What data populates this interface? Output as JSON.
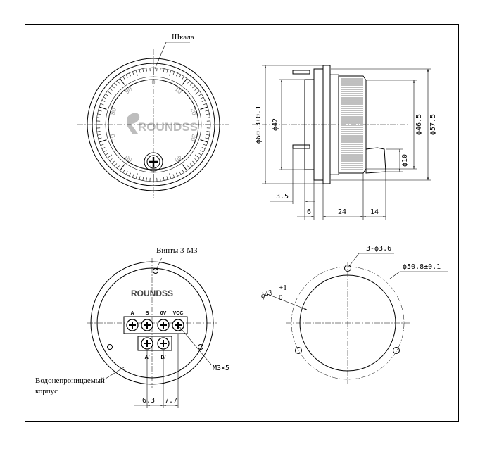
{
  "front_view": {
    "scale_label": "Шкала",
    "brand": "ROUNDSS",
    "dial_numbers": [
      "0",
      "10",
      "20",
      "30",
      "40",
      "50",
      "60",
      "70",
      "80",
      "90"
    ]
  },
  "side_view": {
    "dim_dia_60_3": "ϕ60.3±0.1",
    "dim_dia_42": "ϕ42",
    "dim_dia_46_5": "ϕ46.5",
    "dim_dia_57_5": "ϕ57.5",
    "dim_dia_10": "ϕ10",
    "dim_3_5": "3.5",
    "dim_6": "6",
    "dim_24": "24",
    "dim_14": "14"
  },
  "back_view": {
    "screws_label": "Винты 3-M3",
    "brand": "ROUNDSS",
    "terminals_top": [
      "A",
      "B",
      "0V",
      "VCC"
    ],
    "terminals_bottom": [
      "A/",
      "B/"
    ],
    "m3x5_label": "M3×5",
    "waterproof_label_line1": "Водонепроницаемый",
    "waterproof_label_line2": "корпус",
    "dim_6_3": "6.3",
    "dim_7_7": "7.7"
  },
  "mount_view": {
    "holes_label": "3-ϕ3.6",
    "dim_50_8": "ϕ50.8±0.1",
    "dim_43": "ϕ43",
    "tol_plus": "+1",
    "tol_zero": "0"
  }
}
